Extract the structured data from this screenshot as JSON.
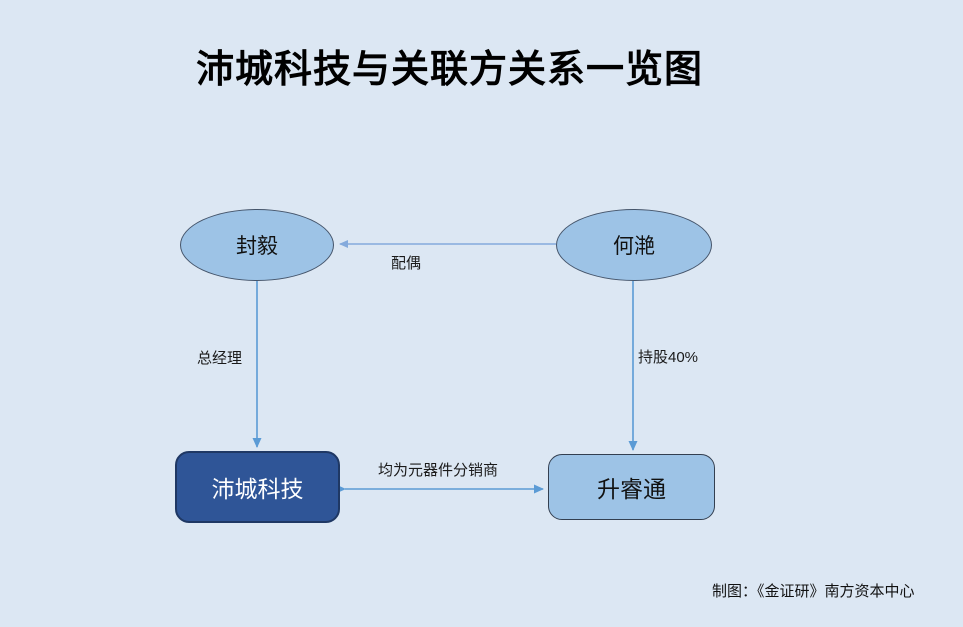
{
  "title": "沛城科技与关联方关系一览图",
  "nodes": {
    "feng_yi": {
      "label": "封毅",
      "shape": "ellipse"
    },
    "he_yan": {
      "label": "何滟",
      "shape": "ellipse"
    },
    "peicheng": {
      "label": "沛城科技",
      "shape": "rounded-rect"
    },
    "shengruitong": {
      "label": "升睿通",
      "shape": "rounded-rect"
    }
  },
  "edges": [
    {
      "from": "he_yan",
      "to": "feng_yi",
      "label": "配偶",
      "direction": "one-way"
    },
    {
      "from": "feng_yi",
      "to": "peicheng",
      "label": "总经理",
      "direction": "one-way"
    },
    {
      "from": "he_yan",
      "to": "shengruitong",
      "label": "持股40%",
      "direction": "one-way"
    },
    {
      "from": "peicheng",
      "to": "shengruitong",
      "label": "均为元器件分销商",
      "direction": "two-way"
    }
  ],
  "credit": "制图：《金证研》南方资本中心",
  "colors": {
    "background": "#dce7f3",
    "node_light_fill": "#9dc3e6",
    "node_light_border": "#44546a",
    "node_dark_fill": "#2f5597",
    "node_dark_border": "#1f3864",
    "arrow_blue": "#5b9bd5",
    "arrow_light_blue": "#84aadc",
    "text": "#000000"
  }
}
